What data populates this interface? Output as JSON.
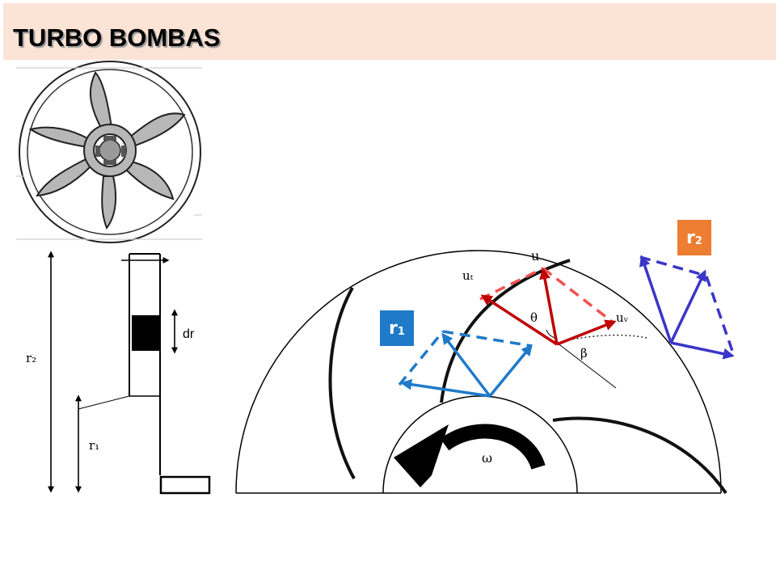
{
  "title": "TURBO BOMBAS",
  "labels": {
    "dr": "dr",
    "r2_axis": "r₂",
    "r1_axis": "r₁",
    "u": "u",
    "ut": "uₜ",
    "uv": "uᵥ",
    "theta": "θ",
    "beta": "β",
    "omega": "ω",
    "r1_box_base": "r",
    "r1_box_sub": "1",
    "r2_box_base": "r",
    "r2_box_sub": "2"
  },
  "colors": {
    "title_bg": "#fbe3d6",
    "red_vector": "#c00000",
    "red_dashed": "#f05050",
    "blue_vector": "#1f7ac9",
    "blue_dashed": "#1f7ac9",
    "indigo_vector": "#3a36c8",
    "box_r1": "#1f7ac9",
    "box_r2": "#ed7d31"
  }
}
